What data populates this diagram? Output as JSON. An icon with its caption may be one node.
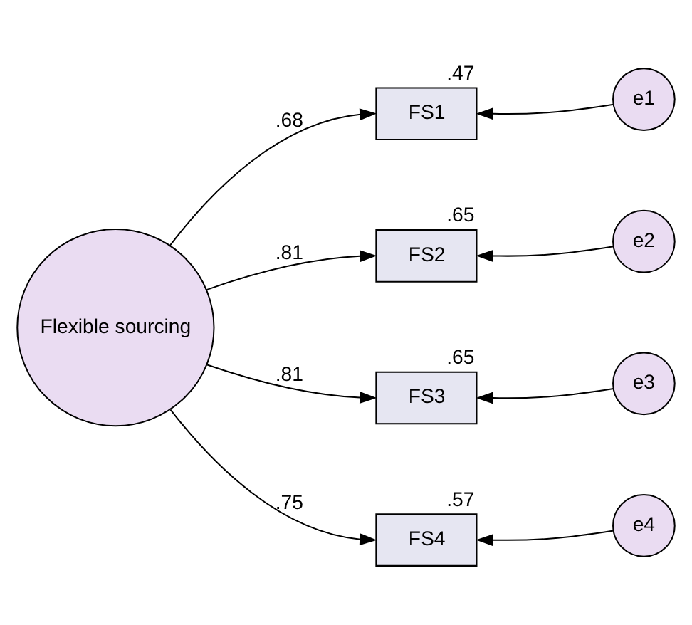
{
  "diagram": {
    "nodes": [
      {
        "text": [
          "Flexible sourcing"
        ]
      },
      {
        "text": [
          "FS1"
        ],
        "beside": [
          ".47"
        ]
      },
      {
        "text": [
          "FS2"
        ],
        "beside": [
          ".65"
        ]
      },
      {
        "text": [
          "FS3"
        ],
        "beside": [
          ".65"
        ]
      },
      {
        "text": [
          "FS4"
        ],
        "beside": [
          ".57"
        ]
      },
      {
        "text": [
          "e1"
        ]
      },
      {
        "text": [
          "e2"
        ]
      },
      {
        "text": [
          "e3"
        ]
      },
      {
        "text": [
          "e4"
        ]
      }
    ],
    "edges": [
      {
        "from": 0,
        "to": 1,
        "arrow": "to",
        "label": ".68"
      },
      {
        "from": 0,
        "to": 2,
        "arrow": "to",
        "label": ".81"
      },
      {
        "from": 0,
        "to": 3,
        "arrow": "to",
        "label": ".81"
      },
      {
        "from": 0,
        "to": 4,
        "arrow": "to",
        "label": ".75"
      },
      {
        "from": 5,
        "to": 1,
        "arrow": "to"
      },
      {
        "from": 6,
        "to": 2,
        "arrow": "to"
      },
      {
        "from": 7,
        "to": 3,
        "arrow": "to"
      },
      {
        "from": 8,
        "to": 4,
        "arrow": "to"
      }
    ]
  }
}
